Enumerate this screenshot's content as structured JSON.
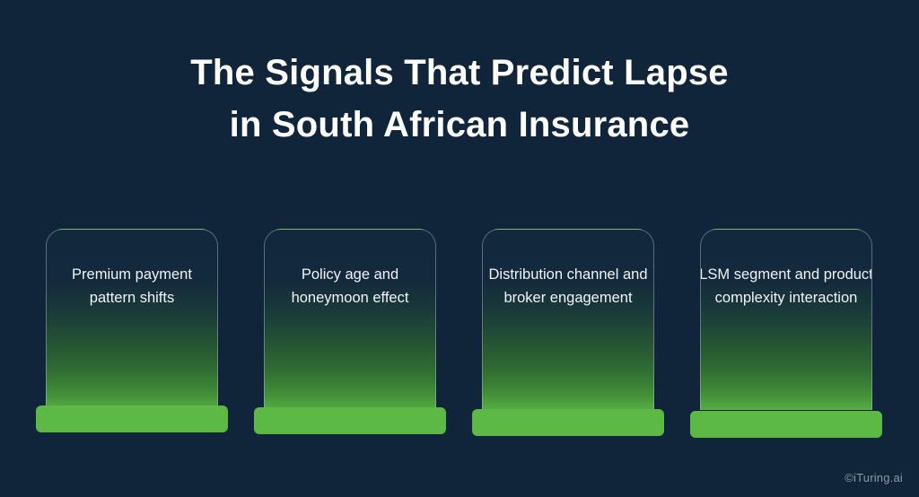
{
  "background_color": "#10253a",
  "accent_green": "#5cb946",
  "title": {
    "line1": "The Signals That Predict Lapse",
    "line2": "in South African Insurance"
  },
  "cards": [
    {
      "label": "Premium payment pattern shifts"
    },
    {
      "label": "Policy age and honeymoon effect"
    },
    {
      "label": "Distribution channel and broker engagement"
    },
    {
      "label": "LSM segment and product complexity interaction"
    }
  ],
  "watermark": "©iTuring.ai"
}
